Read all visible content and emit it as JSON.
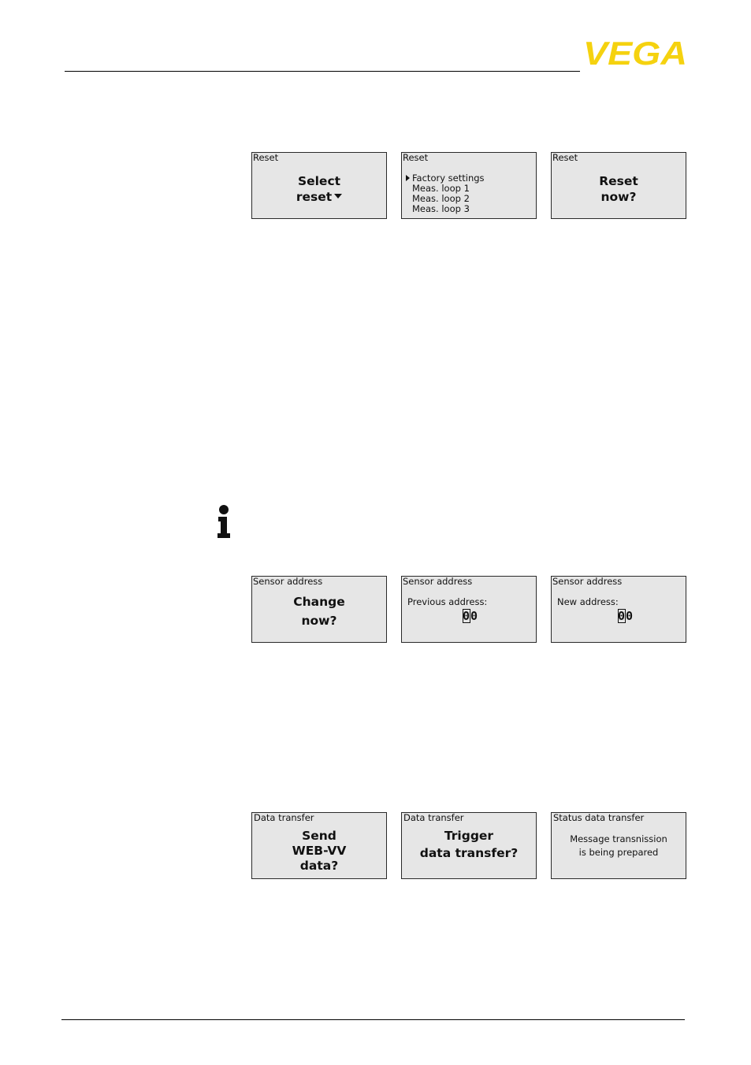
{
  "header": {
    "logo_text": "VEGA",
    "logo_color": "#f5d20f"
  },
  "reset_screens": [
    {
      "title": "Reset",
      "line1": "Select",
      "line2": "reset"
    },
    {
      "title": "Reset",
      "items": [
        "Factory settings",
        "Meas. loop 1",
        "Meas. loop 2",
        "Meas. loop 3"
      ]
    },
    {
      "title": "Reset",
      "line1": "Reset",
      "line2": "now?"
    }
  ],
  "info_icon": "info-icon",
  "address_screens": [
    {
      "title": "Sensor address",
      "line1": "Change",
      "line2": "now?"
    },
    {
      "title": "Sensor address",
      "label": "Previous address:",
      "digit1": "0",
      "digit2": "0"
    },
    {
      "title": "Sensor address",
      "label": "New address:",
      "digit1": "0",
      "digit2": "0"
    }
  ],
  "transfer_screens": [
    {
      "title": "Data transfer",
      "line1": "Send",
      "line2": "WEB-VV",
      "line3": "data?"
    },
    {
      "title": "Data transfer",
      "line1": "Trigger",
      "line2": "data transfer?"
    },
    {
      "title": "Status data transfer",
      "line1": "Message transnission",
      "line2": "is being prepared"
    }
  ]
}
